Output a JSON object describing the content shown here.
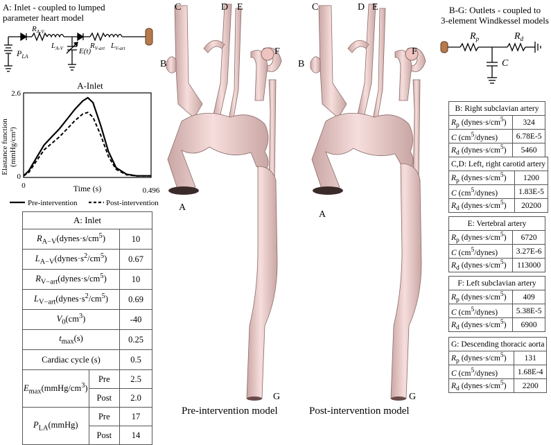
{
  "inlet": {
    "title_line1": "A: Inlet - coupled to lumped",
    "title_line2": "parameter heart model",
    "circuit": {
      "p_la": "P",
      "p_la_sub": "LA",
      "r_av": "R",
      "r_av_sub": "A-V",
      "l_av": "L",
      "l_av_sub": "A-V",
      "e_t": "E(t)",
      "r_vart": "R",
      "r_vart_sub": "V-art",
      "l_vart": "L",
      "l_vart_sub": "V-art"
    }
  },
  "outlets": {
    "title_line1": "B-G: Outlets - coupled to",
    "title_line2": "3-element Windkessel models",
    "circuit": {
      "rp": "R",
      "rp_sub": "p",
      "rd": "R",
      "rd_sub": "d",
      "c": "C"
    }
  },
  "chart_data": {
    "type": "line",
    "title": "A-Inlet",
    "ylabel_line1": "Elastance function",
    "ylabel_line2": "(mmHg/cm³)",
    "xlabel": "Time (s)",
    "x_ticks": [
      "0",
      "0.496"
    ],
    "y_ticks": [
      "0",
      "2.6"
    ],
    "xlim": [
      0,
      0.496
    ],
    "ylim": [
      0,
      2.6
    ],
    "series": [
      {
        "name": "Pre-intervention",
        "style": "solid",
        "x": [
          0,
          0.02,
          0.05,
          0.08,
          0.11,
          0.14,
          0.17,
          0.2,
          0.23,
          0.25,
          0.27,
          0.3,
          0.33,
          0.36,
          0.4,
          0.44,
          0.496
        ],
        "y": [
          0.05,
          0.2,
          0.6,
          1.0,
          1.25,
          1.5,
          1.8,
          2.1,
          2.35,
          2.45,
          2.3,
          1.6,
          0.8,
          0.3,
          0.1,
          0.05,
          0.05
        ]
      },
      {
        "name": "Post-intervention",
        "style": "dashed",
        "x": [
          0,
          0.02,
          0.05,
          0.08,
          0.11,
          0.14,
          0.17,
          0.2,
          0.23,
          0.25,
          0.27,
          0.3,
          0.33,
          0.36,
          0.4,
          0.44,
          0.496
        ],
        "y": [
          0.05,
          0.15,
          0.5,
          0.85,
          1.05,
          1.25,
          1.5,
          1.75,
          1.95,
          2.0,
          1.85,
          1.3,
          0.65,
          0.25,
          0.08,
          0.05,
          0.05
        ]
      }
    ]
  },
  "inlet_table": {
    "header": "A: Inlet",
    "rows": [
      {
        "sym": "R",
        "sub": "A−V",
        "unit": "(dynes·s/cm",
        "sup": "5",
        "close": ")",
        "value": "10"
      },
      {
        "sym": "L",
        "sub": "A−V",
        "unit": "(dynes·s",
        "sup": "2",
        "unit2": "/cm",
        "sup2": "5",
        "close": ")",
        "value": "0.67"
      },
      {
        "sym": "R",
        "sub": "V−art",
        "unit": "(dynes·s/cm",
        "sup": "5",
        "close": ")",
        "value": "10"
      },
      {
        "sym": "L",
        "sub": "V−art",
        "unit": "(dynes·s",
        "sup": "2",
        "unit2": "/cm",
        "sup2": "5",
        "close": ")",
        "value": "0.69"
      },
      {
        "sym": "V",
        "sub": "0",
        "unit": "(cm",
        "sup": "3",
        "close": ")",
        "value": "-40"
      },
      {
        "sym": "t",
        "sub": "max",
        "unit": "(s)",
        "value": "0.25"
      },
      {
        "plain": "Cardiac cycle (s)",
        "value": "0.5"
      }
    ],
    "emax": {
      "sym": "E",
      "sub": "max",
      "unit": "(mmHg/cm",
      "sup": "3",
      "close": ")",
      "pre_label": "Pre",
      "pre_value": "2.5",
      "post_label": "Post",
      "post_value": "2.0"
    },
    "pla": {
      "sym": "P",
      "sub": "LA",
      "unit": "(mmHg)",
      "pre_label": "Pre",
      "pre_value": "17",
      "post_label": "Post",
      "post_value": "14"
    }
  },
  "outlet_tables": [
    {
      "title": "B: Right subclavian artery",
      "rp": "324",
      "c": "6.78E-5",
      "rd": "5460"
    },
    {
      "title": "C,D: Left, right carotid artery",
      "rp": "1200",
      "c": "1.83E-5",
      "rd": "20200"
    },
    {
      "title": "E: Vertebral artery",
      "rp": "6720",
      "c": "3.27E-6",
      "rd": "113000"
    },
    {
      "title": "F: Left subclavian artery",
      "rp": "409",
      "c": "5.38E-5",
      "rd": "6900"
    },
    {
      "title": "G: Descending thoracic aorta",
      "rp": "131",
      "c": "1.68E-4",
      "rd": "2200"
    }
  ],
  "param_rows": {
    "rp_sym": "R",
    "rp_sub": "p",
    "rp_unit": "(dynes·s/cm",
    "rp_sup": "5",
    "rp_close": ")",
    "c_sym": "C",
    "c_unit": "(cm",
    "c_sup": "5",
    "c_unit2": "/dynes)",
    "rd_sym": "R",
    "rd_sub": "d",
    "rd_unit": "(dynes·s/cm",
    "rd_sup": "5",
    "rd_close": ")"
  },
  "models": {
    "pre_caption": "Pre-intervention model",
    "post_caption": "Post-intervention model",
    "labels": {
      "a": "A",
      "b": "B",
      "c": "C",
      "d": "D",
      "e": "E",
      "f": "F",
      "g": "G"
    },
    "colors": {
      "vessel": "#f2d5d3",
      "vessel_shade": "#c9a6a4",
      "inlet_cap": "#3a2a2a"
    }
  }
}
